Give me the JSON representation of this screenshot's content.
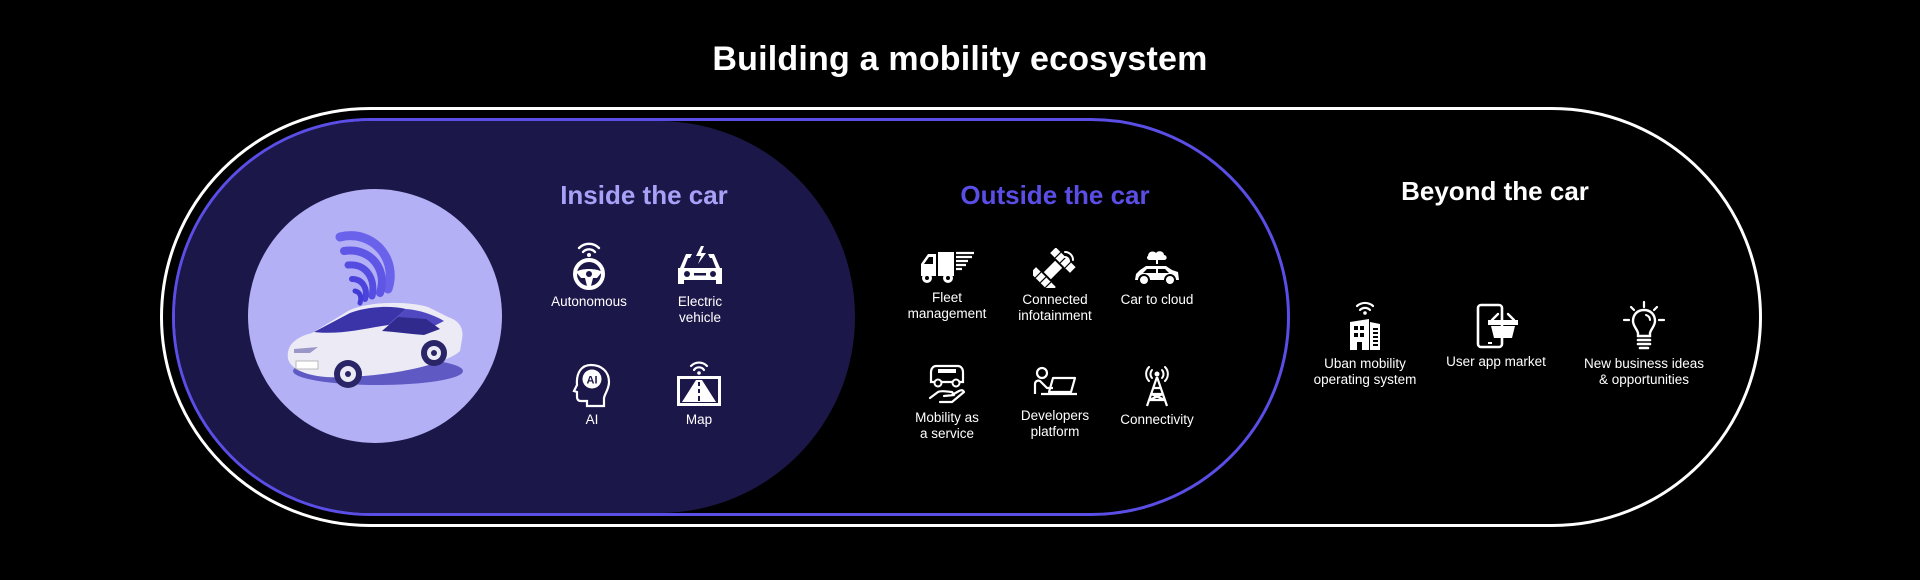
{
  "title": "Building a mobility ecosystem",
  "colors": {
    "background": "#000000",
    "outer_border": "#ffffff",
    "inner_border": "#5a4ee6",
    "inside_fill": "#1c1749",
    "car_circle": "#b3b0f5",
    "inside_title": "#a7a2f7",
    "outside_title": "#5a4ee6",
    "beyond_title": "#ffffff"
  },
  "hero": {
    "illustration": "connected-car-icon"
  },
  "sections": {
    "inside": {
      "title": "Inside the car",
      "items": [
        {
          "label_lines": [
            "Autonomous"
          ],
          "icon": "steering-wheel-wifi-icon"
        },
        {
          "label_lines": [
            "Electric",
            "vehicle"
          ],
          "icon": "electric-car-icon"
        },
        {
          "label_lines": [
            "AI"
          ],
          "icon": "ai-head-icon"
        },
        {
          "label_lines": [
            "Map"
          ],
          "icon": "map-road-icon"
        }
      ]
    },
    "outside": {
      "title": "Outside the car",
      "items": [
        {
          "label_lines": [
            "Fleet",
            "management"
          ],
          "icon": "delivery-truck-icon"
        },
        {
          "label_lines": [
            "Connected",
            "infotainment"
          ],
          "icon": "satellite-icon"
        },
        {
          "label_lines": [
            "Car to cloud"
          ],
          "icon": "car-cloud-icon"
        },
        {
          "label_lines": [
            "Mobility as",
            "a service"
          ],
          "icon": "bus-hand-icon"
        },
        {
          "label_lines": [
            "Developers",
            "platform"
          ],
          "icon": "developer-laptop-icon"
        },
        {
          "label_lines": [
            "Connectivity"
          ],
          "icon": "signal-tower-icon"
        }
      ]
    },
    "beyond": {
      "title": "Beyond the car",
      "items": [
        {
          "label_lines": [
            "Uban mobility",
            "operating system"
          ],
          "icon": "smart-building-icon"
        },
        {
          "label_lines": [
            "User app market"
          ],
          "icon": "phone-basket-icon"
        },
        {
          "label_lines": [
            "New business ideas",
            "& opportunities"
          ],
          "icon": "lightbulb-icon"
        }
      ]
    }
  }
}
